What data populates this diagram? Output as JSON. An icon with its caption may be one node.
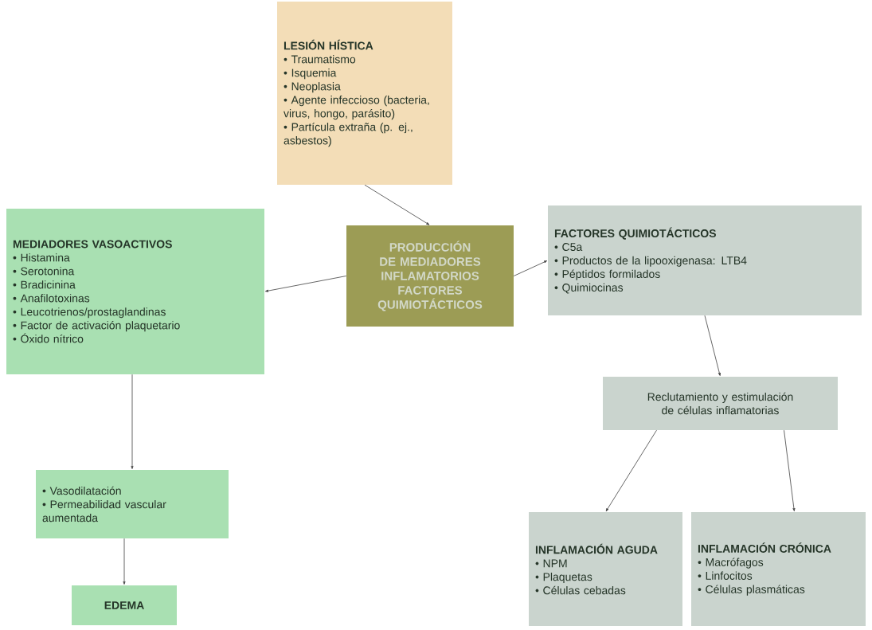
{
  "diagram": {
    "nodes": [
      {
        "text": [
          "LESIÓN HÍSTICA",
          "• Traumatismo",
          "• Isquemia",
          "• Neoplasia",
          "• Agente infeccioso (bacteria, virus, hongo, parásito)",
          "• Partícula extraña (p. ej., asbestos)"
        ]
      },
      {
        "text": [
          "MEDIADORES VASOACTIVOS",
          "• Histamina",
          "• Serotonina",
          "• Bradicinina",
          "• Anafilotoxinas",
          "• Leucotrienos/prostaglandinas",
          "• Factor de activación plaquetario",
          "• Óxido nítrico"
        ]
      },
      {
        "text": [
          "PRODUCCIÓN DE MEDIADORES INFLAMATORIOS FACTORES QUIMIOTÁCTICOS"
        ]
      },
      {
        "text": [
          "FACTORES QUIMIOTÁCTICOS",
          "• C5a",
          "• Productos de la lipooxigenasa: LTB4",
          "• Péptidos formilados",
          "• Quimiocinas"
        ]
      },
      {
        "text": [
          "• Vasodilatación",
          "• Permeabilidad vascular aumentada"
        ]
      },
      {
        "text": [
          "EDEMA"
        ]
      },
      {
        "text": [
          "Reclutamiento y estimulación de células inflamatorias"
        ]
      },
      {
        "text": [
          "INFLAMACIÓN AGUDA",
          "• NPM",
          "• Plaquetas",
          "• Células cebadas"
        ]
      },
      {
        "text": [
          "INFLAMACIÓN CRÓNICA",
          "• Macrófagos",
          "• Linfocitos",
          "• Células plasmáticas"
        ]
      }
    ],
    "edges": [
      {
        "from": 0,
        "to": 2,
        "arrow": "to"
      },
      {
        "from": 2,
        "to": 1,
        "arrow": "to"
      },
      {
        "from": 2,
        "to": 3,
        "arrow": "to"
      },
      {
        "from": 1,
        "to": 4,
        "arrow": "to"
      },
      {
        "from": 4,
        "to": 5,
        "arrow": "to"
      },
      {
        "from": 3,
        "to": 6,
        "arrow": "to"
      },
      {
        "from": 6,
        "to": 7,
        "arrow": "to"
      },
      {
        "from": 6,
        "to": 8,
        "arrow": "to"
      }
    ]
  }
}
